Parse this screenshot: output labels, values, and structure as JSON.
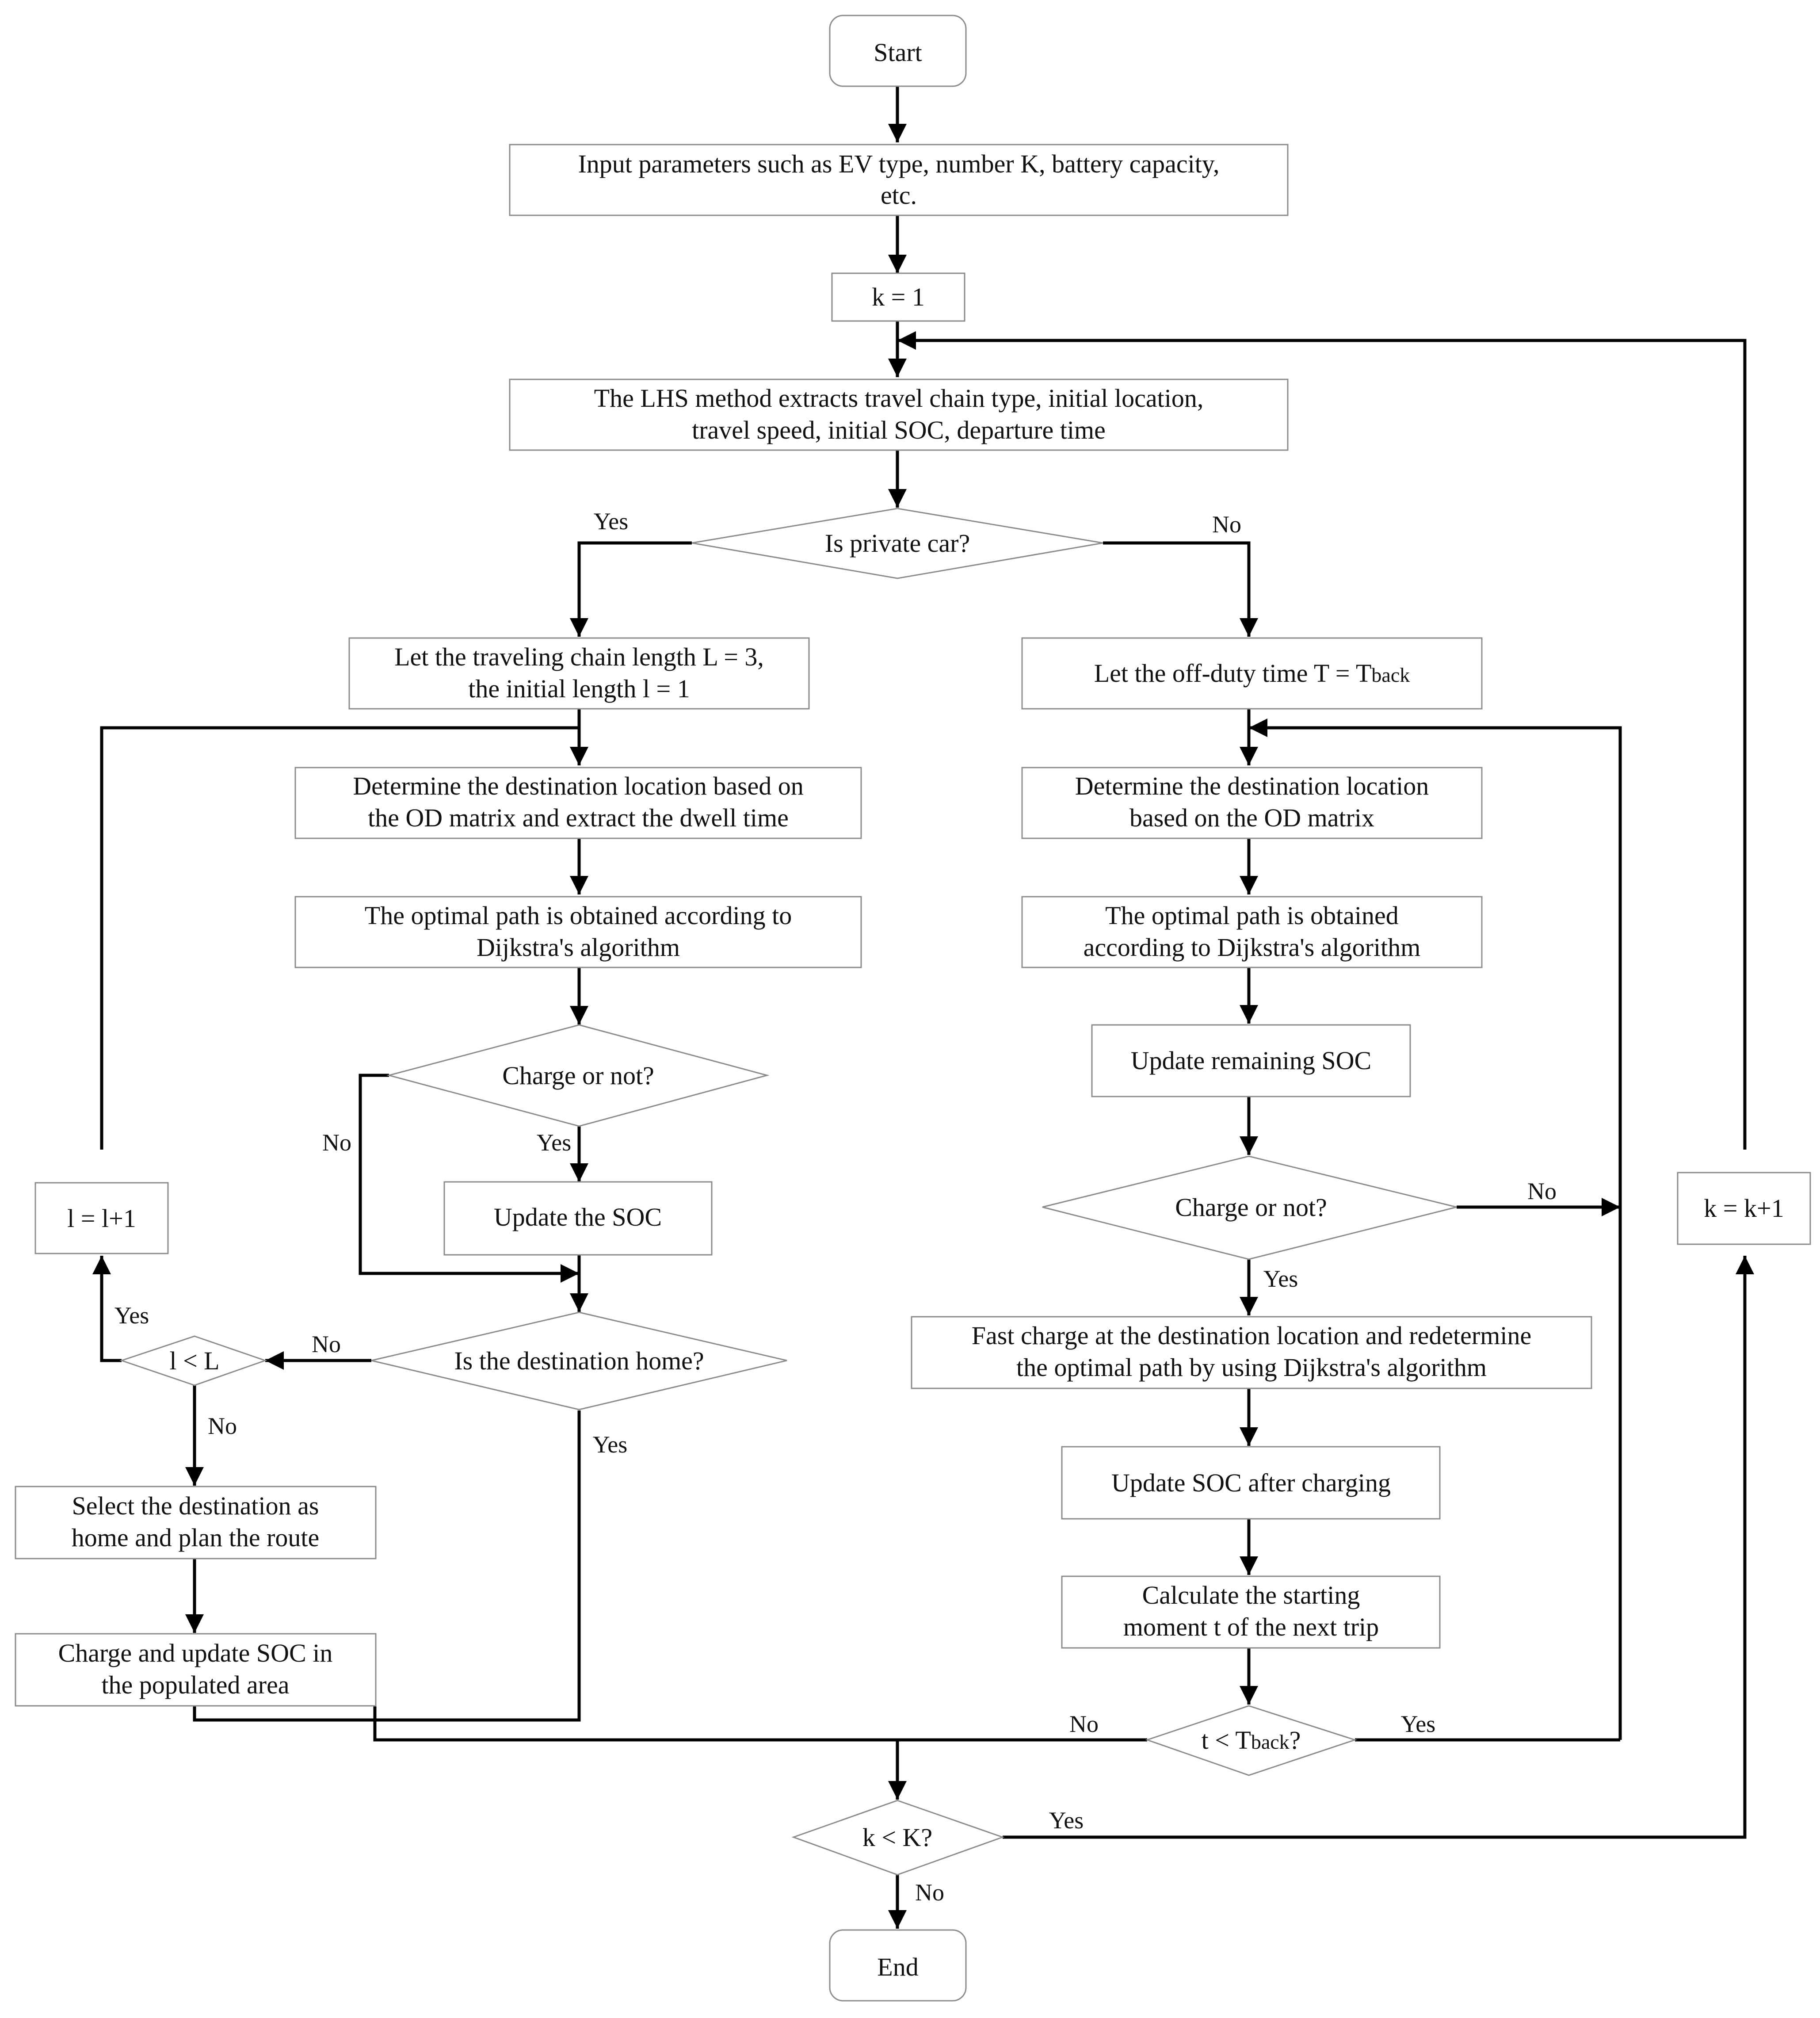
{
  "nodes": {
    "start": "Start",
    "input_params": [
      "Input parameters such as EV type, number K, battery capacity,",
      "etc."
    ],
    "k_init": "k = 1",
    "lhs": [
      "The LHS method extracts travel chain type, initial location,",
      "travel speed, initial SOC, departure time"
    ],
    "is_private_car": "Is private car?",
    "chain_length": [
      "Let the traveling chain length L = 3,",
      "the initial length l = 1"
    ],
    "determine_dest_left": [
      "Determine the destination location based on",
      "the OD matrix and extract the dwell time"
    ],
    "optimal_path_left": [
      "The optimal path is obtained according to",
      "Dijkstra's algorithm"
    ],
    "charge_or_not_left": "Charge or not?",
    "update_soc_left": "Update the SOC",
    "is_dest_home": "Is the destination home?",
    "l_less_L": "l < L",
    "l_increment": "l = l+1",
    "select_home": [
      "Select the destination as",
      "home and plan the route"
    ],
    "charge_populated": [
      "Charge and update SOC in",
      "the populated area"
    ],
    "off_duty_time": {
      "main": "Let the off-duty time T = T",
      "sub": "back"
    },
    "determine_dest_right": [
      "Determine the destination location",
      "based on the OD matrix"
    ],
    "optimal_path_right": [
      "The optimal path is obtained",
      "according to Dijkstra's algorithm"
    ],
    "update_remaining_soc": "Update remaining SOC",
    "charge_or_not_right": "Charge or not?",
    "fast_charge": [
      "Fast charge at the destination location and redetermine",
      "the optimal path by using Dijkstra's algorithm"
    ],
    "update_soc_after": "Update SOC after charging",
    "calc_start_moment": [
      "Calculate the starting",
      "moment t of the next trip"
    ],
    "t_less_tback": {
      "main": "t < T",
      "sub": "back",
      "suffix": "?"
    },
    "k_less_K": "k < K?",
    "k_increment": "k = k+1",
    "end": "End"
  },
  "edge_labels": {
    "private_yes": "Yes",
    "private_no": "No",
    "charge_left_no": "No",
    "charge_left_yes": "Yes",
    "home_no": "No",
    "home_yes": "Yes",
    "l_yes": "Yes",
    "l_no": "No",
    "charge_right_no": "No",
    "charge_right_yes": "Yes",
    "tback_no": "No",
    "tback_yes": "Yes",
    "k_yes": "Yes",
    "k_no": "No"
  }
}
